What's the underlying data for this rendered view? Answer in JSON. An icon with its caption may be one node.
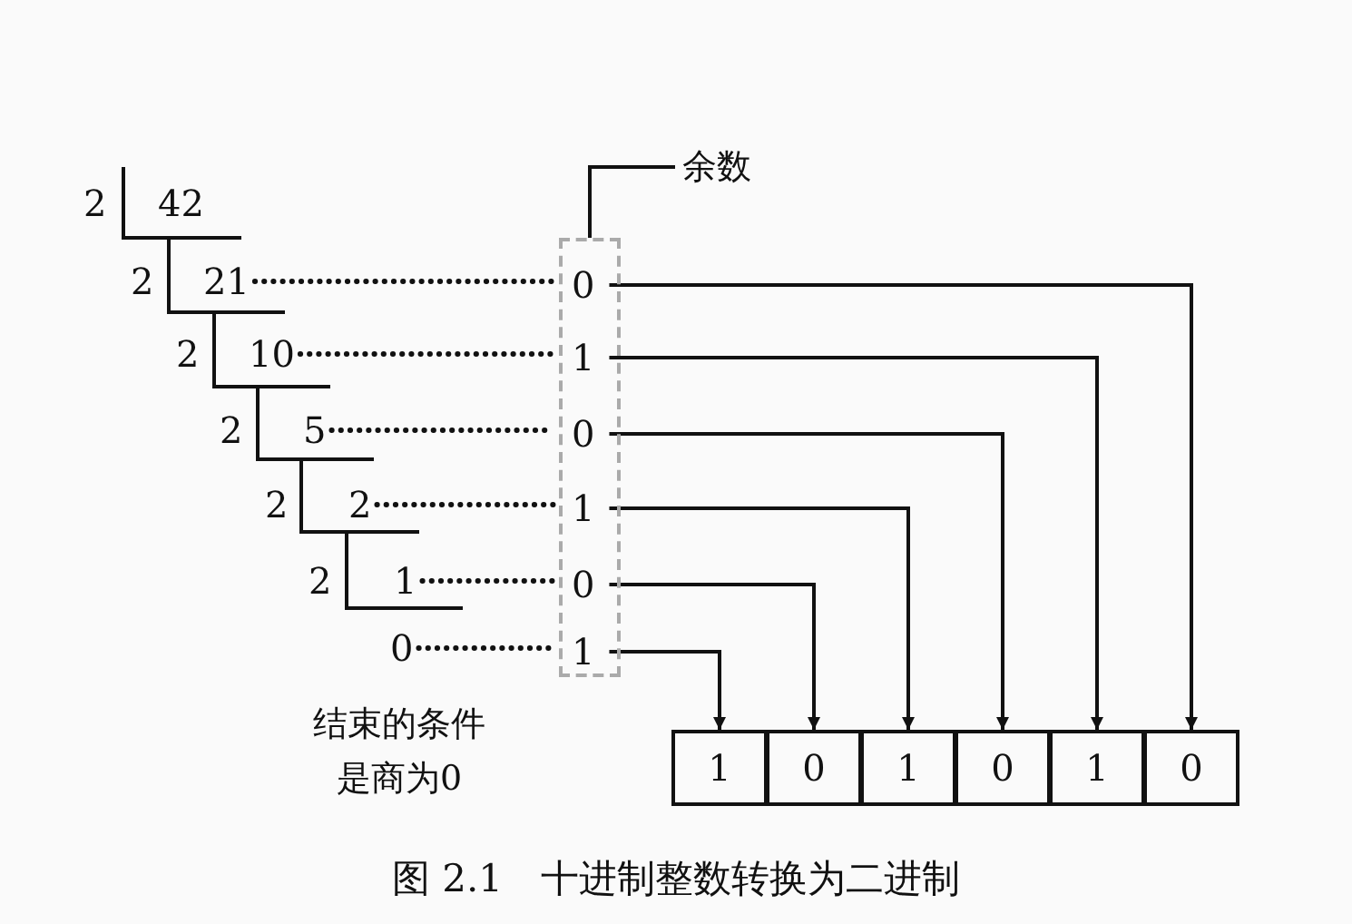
{
  "diagram": {
    "caption": "图 2.1　十进制整数转换为二进制",
    "nodes": [
      {
        "text": [
          "余数"
        ]
      },
      {
        "text": [],
        "shape": "box"
      },
      {
        "text": [
          "0"
        ],
        "in": 1
      },
      {
        "text": [
          "1"
        ],
        "in": 1
      },
      {
        "text": [
          "0"
        ],
        "in": 1
      },
      {
        "text": [
          "1"
        ],
        "in": 1
      },
      {
        "text": [
          "0"
        ],
        "in": 1
      },
      {
        "text": [
          "1"
        ],
        "in": 1
      },
      {
        "text": [
          "21"
        ]
      },
      {
        "text": [
          "10"
        ]
      },
      {
        "text": [
          "5"
        ]
      },
      {
        "text": [
          "2"
        ]
      },
      {
        "text": [
          "1"
        ]
      },
      {
        "text": [
          "0"
        ]
      },
      {
        "text": [
          "1"
        ]
      },
      {
        "text": [
          "0"
        ]
      },
      {
        "text": [
          "1"
        ]
      },
      {
        "text": [
          "0"
        ]
      },
      {
        "text": [
          "1"
        ]
      },
      {
        "text": [
          "0"
        ]
      }
    ],
    "edges": [
      {
        "from": 0,
        "to": 1,
        "arrow": "none"
      },
      {
        "from": 8,
        "to": 2,
        "arrow": "none",
        "style": "dashed"
      },
      {
        "from": 9,
        "to": 3,
        "arrow": "none",
        "style": "dashed"
      },
      {
        "from": 10,
        "to": 4,
        "arrow": "none",
        "style": "dashed"
      },
      {
        "from": 11,
        "to": 5,
        "arrow": "none",
        "style": "dashed"
      },
      {
        "from": 12,
        "to": 6,
        "arrow": "none",
        "style": "dashed"
      },
      {
        "from": 13,
        "to": 7,
        "arrow": "none",
        "style": "dashed"
      },
      {
        "from": 2,
        "to": 19,
        "arrow": "to"
      },
      {
        "from": 3,
        "to": 18,
        "arrow": "to"
      },
      {
        "from": 4,
        "to": 17,
        "arrow": "to"
      },
      {
        "from": 5,
        "to": 16,
        "arrow": "to"
      },
      {
        "from": 6,
        "to": 15,
        "arrow": "to"
      },
      {
        "from": 7,
        "to": 14,
        "arrow": "to"
      }
    ],
    "labels": [
      "2",
      "42",
      "2",
      "2",
      "2",
      "2",
      "2",
      "结束的条件是商为0"
    ]
  }
}
